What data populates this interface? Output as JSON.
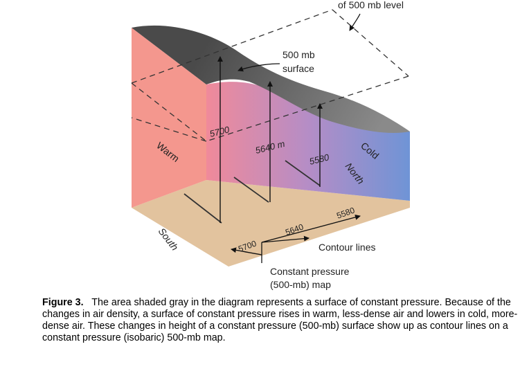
{
  "diagram": {
    "top_label": "of 500 mb level",
    "surface_label_1": "500 mb",
    "surface_label_2": "surface",
    "warm": "Warm",
    "cold": "Cold",
    "south": "South",
    "north": "North",
    "height_5700": "5700",
    "height_5640": "5640 m",
    "height_5580": "5580",
    "floor_5700": "5700",
    "floor_5640": "5640",
    "floor_5580": "5580",
    "contour_lines": "Contour lines",
    "map_label_1": "Constant pressure",
    "map_label_2": "(500-mb) map",
    "colors": {
      "warm": "#f4978e",
      "cold": "#6f94d6",
      "floor": "#e2c39e",
      "surface": "#6a6a6a"
    }
  },
  "caption": {
    "label": "Figure 3.",
    "text": "The area shaded gray in the diagram represents a surface of constant pressure. Because of the changes in air density, a surface of constant pressure rises in warm, less-dense air and lowers in cold, more-dense air. These changes in height of a constant pressure (500-mb) surface show up as contour lines on a constant pressure (isobaric) 500-mb map."
  }
}
